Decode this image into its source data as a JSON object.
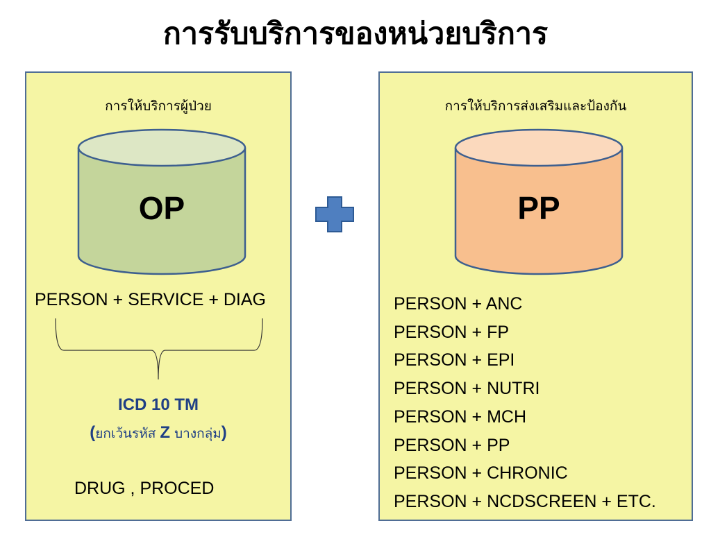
{
  "title": "การรับบริการของหน่วยบริการ",
  "op_panel": {
    "heading": "การให้บริการผู้ป่วย",
    "cylinder_label": "OP",
    "formula": "PERSON + SERVICE + DIAG",
    "icd_title": "ICD 10 TM",
    "icd_note_open": "(",
    "icd_note_text_1": "ยกเว้นรหัส ",
    "icd_note_code": "Z",
    "icd_note_text_2": " บางกลุ่ม",
    "icd_note_close": ")",
    "extra": "DRUG , PROCED"
  },
  "connector": {
    "icon": "plus-icon",
    "color": "#4f7fc0"
  },
  "pp_panel": {
    "heading": "การให้บริการส่งเสริมและป้องกัน",
    "cylinder_label": "PP",
    "items": [
      "PERSON + ANC",
      "PERSON + FP",
      "PERSON + EPI",
      "PERSON + NUTRI",
      "PERSON + MCH",
      "PERSON + PP",
      "PERSON + CHRONIC",
      "PERSON + NCDSCREEN + ETC."
    ]
  },
  "colors": {
    "panel_fill": "#f5f5a4",
    "panel_border": "#4f6d95",
    "op_cylinder": "#c4d59b",
    "pp_cylinder": "#f8bf8e",
    "icd_text": "#1f3f85"
  }
}
